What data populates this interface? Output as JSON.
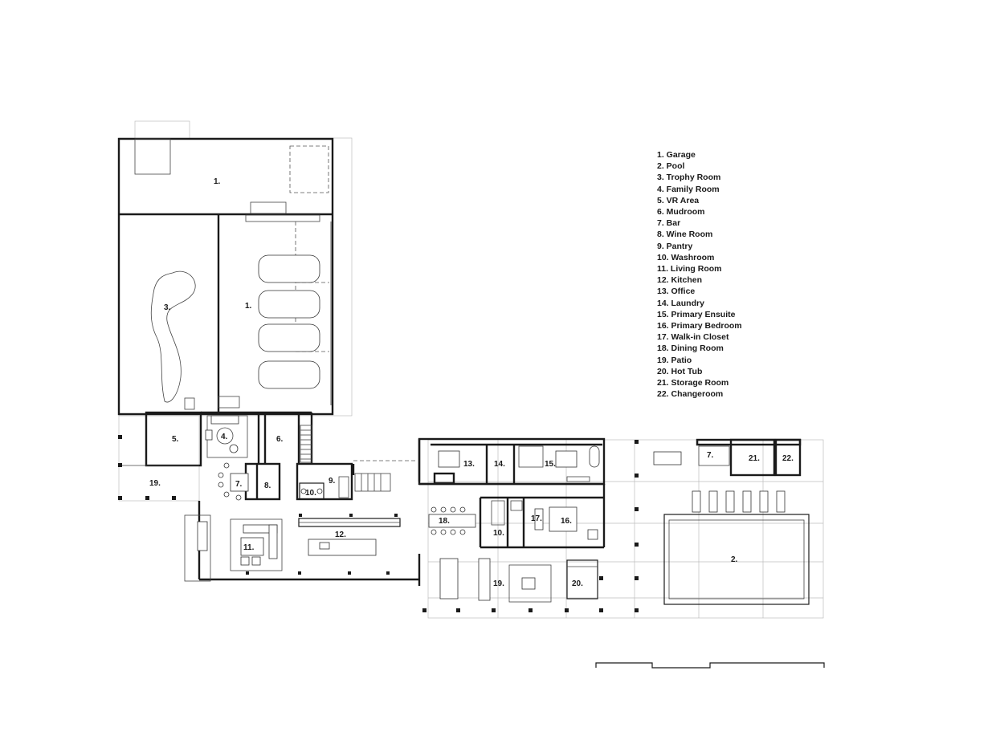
{
  "legend": [
    "1. Garage",
    "2. Pool",
    "3. Trophy Room",
    "4. Family Room",
    "5. VR Area",
    "6. Mudroom",
    "7. Bar",
    "8. Wine Room",
    "9. Pantry",
    "10. Washroom",
    "11. Living Room",
    "12. Kitchen",
    "13. Office",
    "14. Laundry",
    "15. Primary Ensuite",
    "16. Primary Bedroom",
    "17. Walk-in Closet",
    "18. Dining Room",
    "19. Patio",
    "20. Hot Tub",
    "21. Storage Room",
    "22. Changeroom"
  ],
  "rooms": {
    "garage_north": "1.",
    "garage_main": "1.",
    "pool": "2.",
    "trophy_room": "3.",
    "family_room": "4.",
    "vr_area": "5.",
    "mudroom": "6.",
    "bar_main": "7.",
    "bar_pool": "7.",
    "wine_room": "8.",
    "pantry": "9.",
    "washroom_main": "10.",
    "washroom_primary": "10.",
    "living_room": "11.",
    "kitchen": "12.",
    "office": "13.",
    "laundry": "14.",
    "primary_ensuite": "15.",
    "primary_bedroom": "16.",
    "walkin_closet": "17.",
    "dining_room": "18.",
    "patio_west": "19.",
    "patio_south": "19.",
    "hot_tub": "20.",
    "storage_room": "21.",
    "changeroom": "22."
  }
}
